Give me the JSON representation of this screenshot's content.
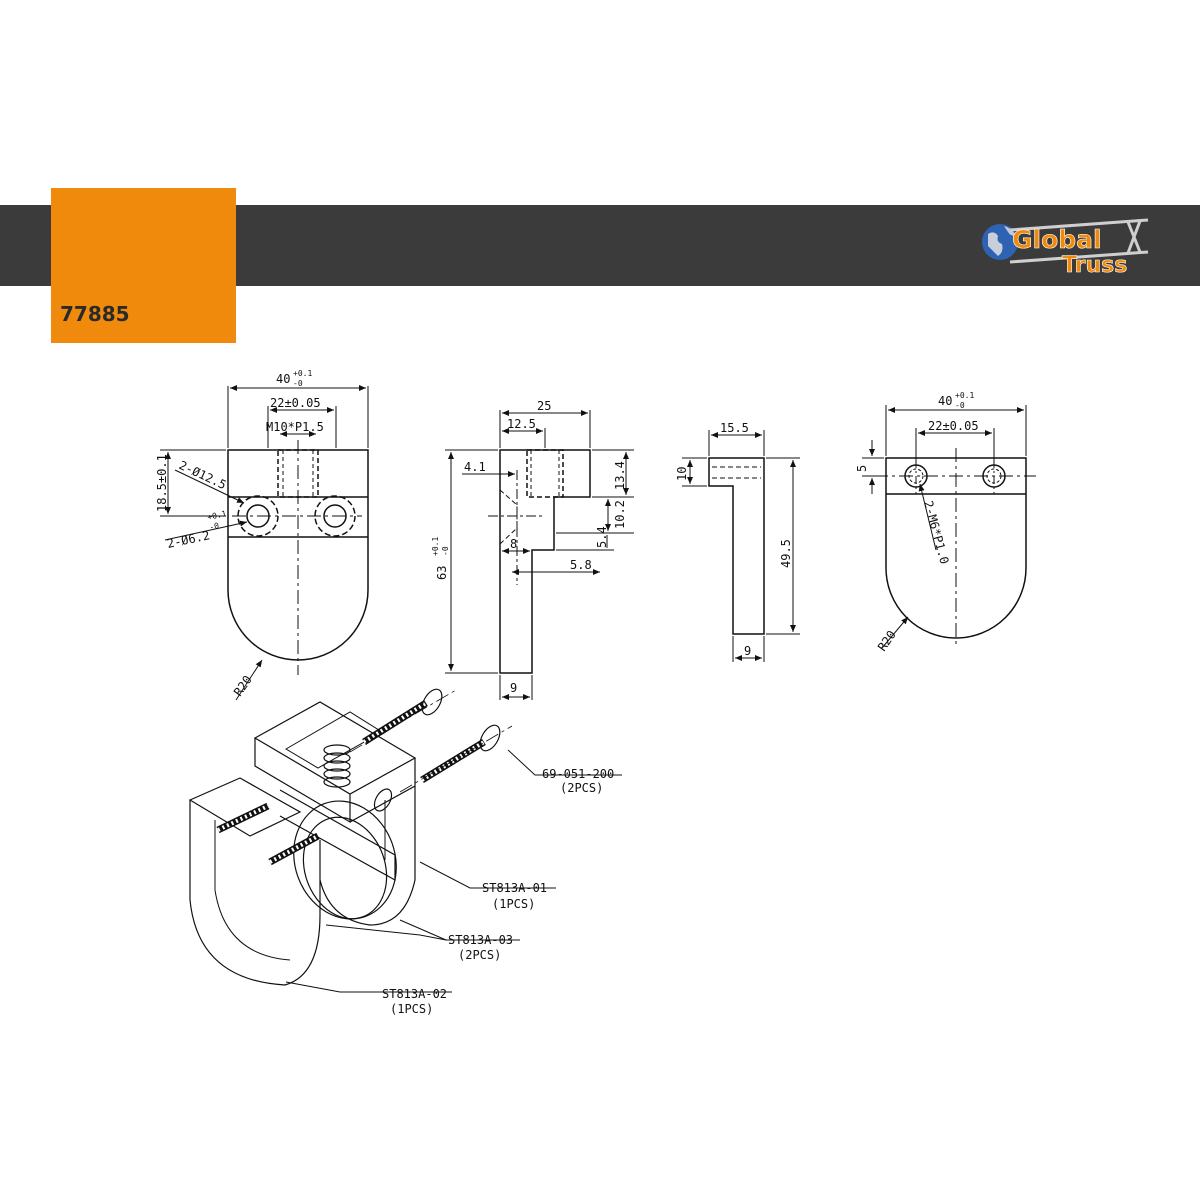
{
  "header": {
    "product_number": "77885",
    "logo": {
      "line1": "Global",
      "line2": "Truss",
      "icon": "globe-icon"
    }
  },
  "colors": {
    "accent": "#ef8a0c",
    "band": "#3b3b3b",
    "ink": "#111111"
  },
  "front_view": {
    "width": "40",
    "width_tol_upper": "+0.1",
    "width_tol_lower": "-0",
    "hole_spacing": "22±0.05",
    "thread": "M10*P1.5",
    "height": "18.5±0.1",
    "bore": "2-Ø12.5",
    "hole": "2-Ø6.2",
    "hole_tol_upper": "+0.1",
    "hole_tol_lower": "-0",
    "radius": "R20"
  },
  "side_view": {
    "width": "25",
    "half_width": "12.5",
    "offset": "4.1",
    "top_height": "13.4",
    "height": "63",
    "height_tol_upper": "+0.1",
    "height_tol_lower": "-0",
    "step1": "10.2",
    "step2": "5.4",
    "step_width": "8",
    "lip": "5.8",
    "thickness": "9"
  },
  "section_view": {
    "width": "15.5",
    "head": "10",
    "length": "49.5",
    "thickness": "9"
  },
  "rear_view": {
    "width": "40",
    "width_tol_upper": "+0.1",
    "width_tol_lower": "-0",
    "hole_spacing": "22±0.05",
    "slot": "5",
    "thread": "2-M6*P1.0",
    "radius": "R20"
  },
  "parts": [
    {
      "code": "69-051-200",
      "qty": "(2PCS)"
    },
    {
      "code": "ST813A-01",
      "qty": "(1PCS)"
    },
    {
      "code": "ST813A-03",
      "qty": "(2PCS)"
    },
    {
      "code": "ST813A-02",
      "qty": "(1PCS)"
    }
  ]
}
